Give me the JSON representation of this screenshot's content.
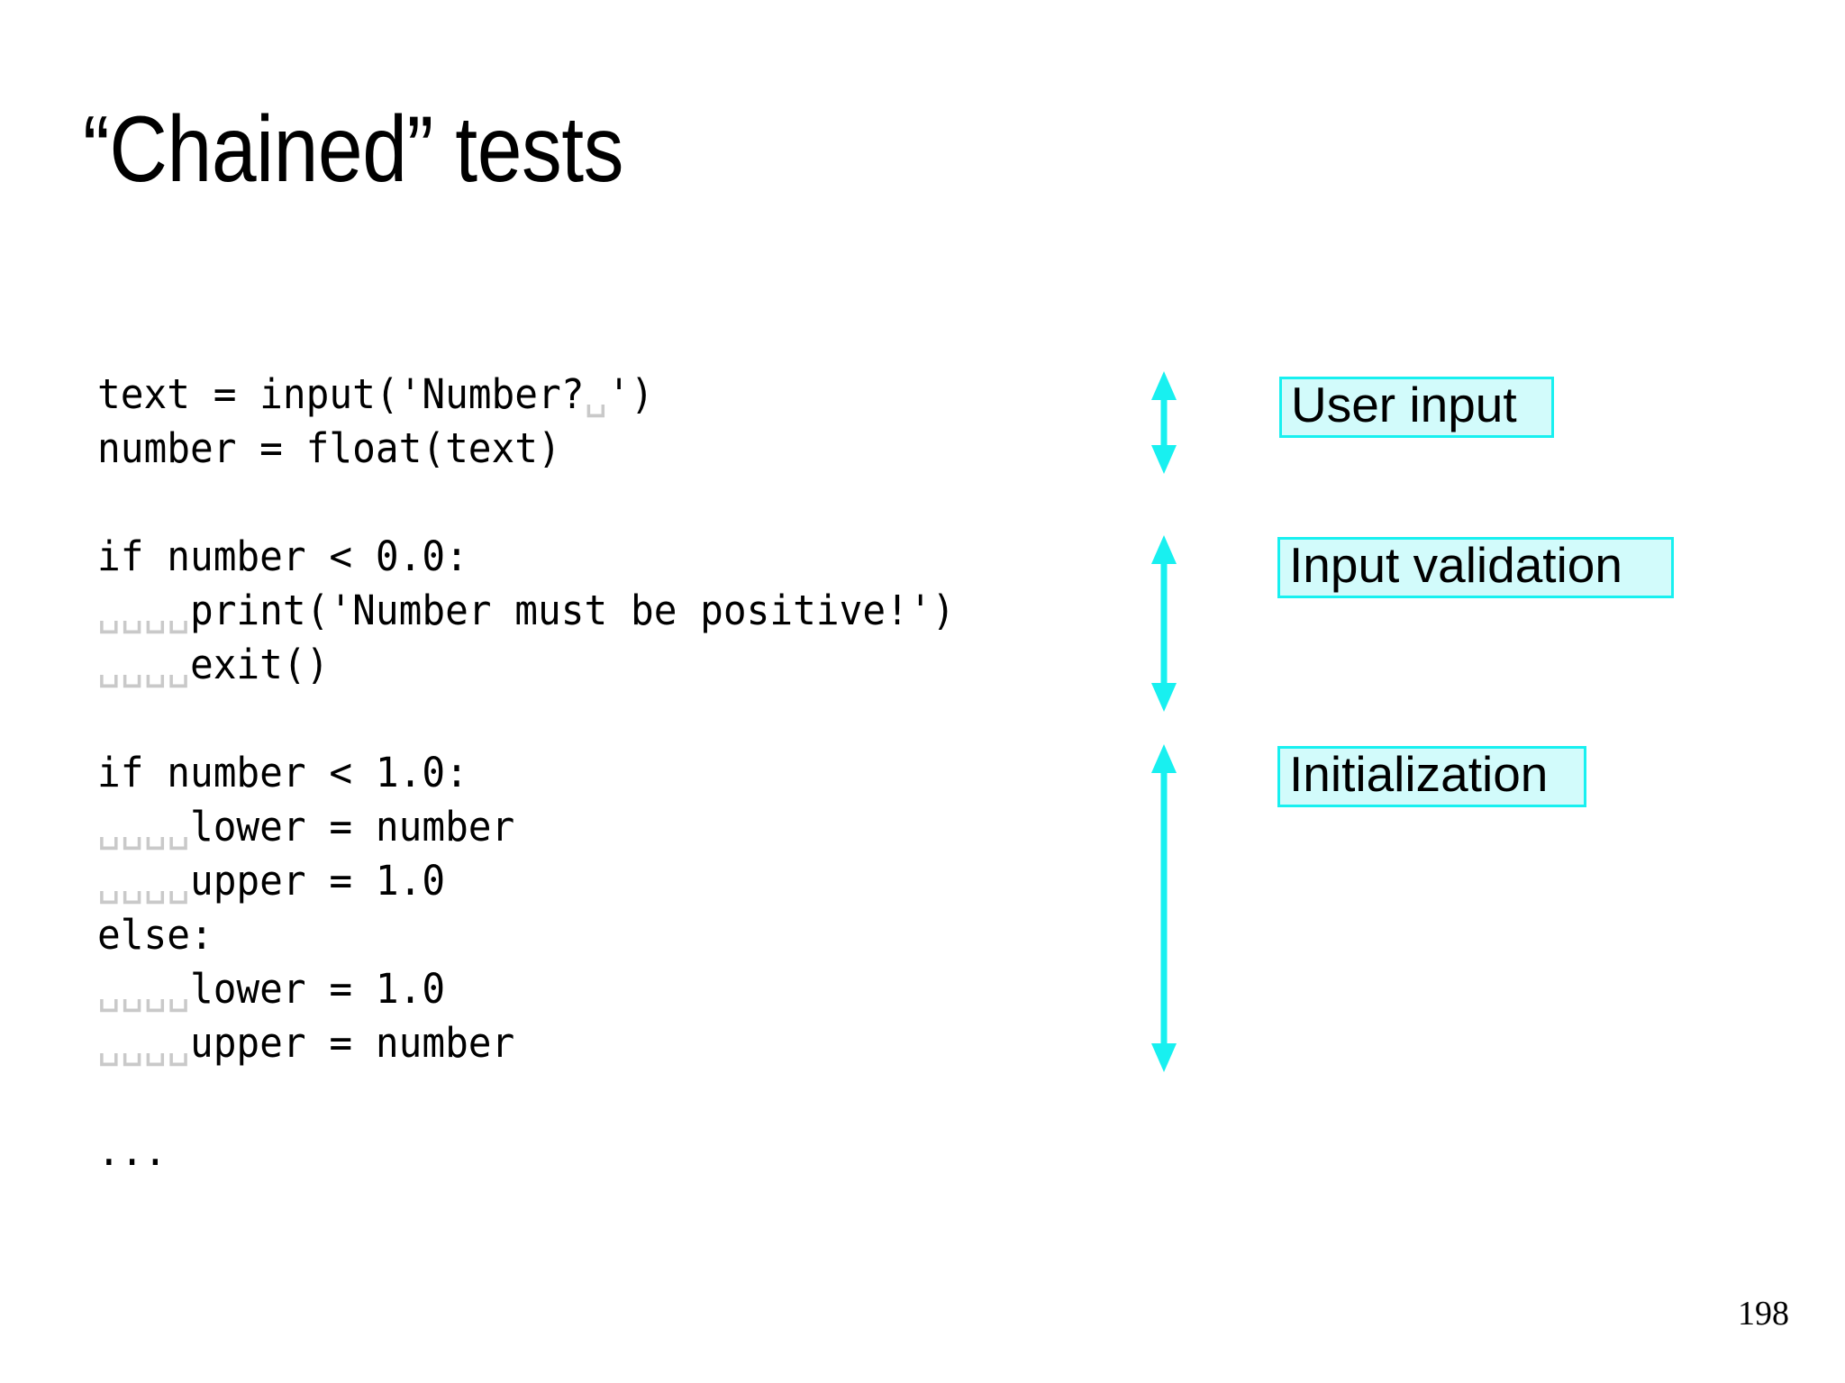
{
  "slide": {
    "title": "“Chained” tests",
    "page_number": "198",
    "background_color": "#ffffff"
  },
  "code": {
    "language": "python",
    "indent_glyph": "␣",
    "indent_glyph_color": "#c9c9c9",
    "text_color": "#000000",
    "lines": [
      {
        "indent": 0,
        "text": "text = input('Number?␣')"
      },
      {
        "indent": 0,
        "text": "number = float(text)"
      },
      {
        "indent": 0,
        "text": ""
      },
      {
        "indent": 0,
        "text": "if number < 0.0:"
      },
      {
        "indent": 4,
        "text": "print('Number must be positive!')"
      },
      {
        "indent": 4,
        "text": "exit()"
      },
      {
        "indent": 0,
        "text": ""
      },
      {
        "indent": 0,
        "text": "if number < 1.0:"
      },
      {
        "indent": 4,
        "text": "lower = number"
      },
      {
        "indent": 4,
        "text": "upper = 1.0"
      },
      {
        "indent": 0,
        "text": "else:"
      },
      {
        "indent": 4,
        "text": "lower = 1.0"
      },
      {
        "indent": 4,
        "text": "upper = number"
      },
      {
        "indent": 0,
        "text": ""
      },
      {
        "indent": 0,
        "text": "..."
      }
    ]
  },
  "annotations": {
    "arrow_color": "#18f0f0",
    "box_fill_color": "#d2fbfb",
    "box_border_color": "#18f0f0",
    "items": [
      {
        "label": "User input"
      },
      {
        "label": "Input validation"
      },
      {
        "label": "Initialization"
      }
    ]
  }
}
